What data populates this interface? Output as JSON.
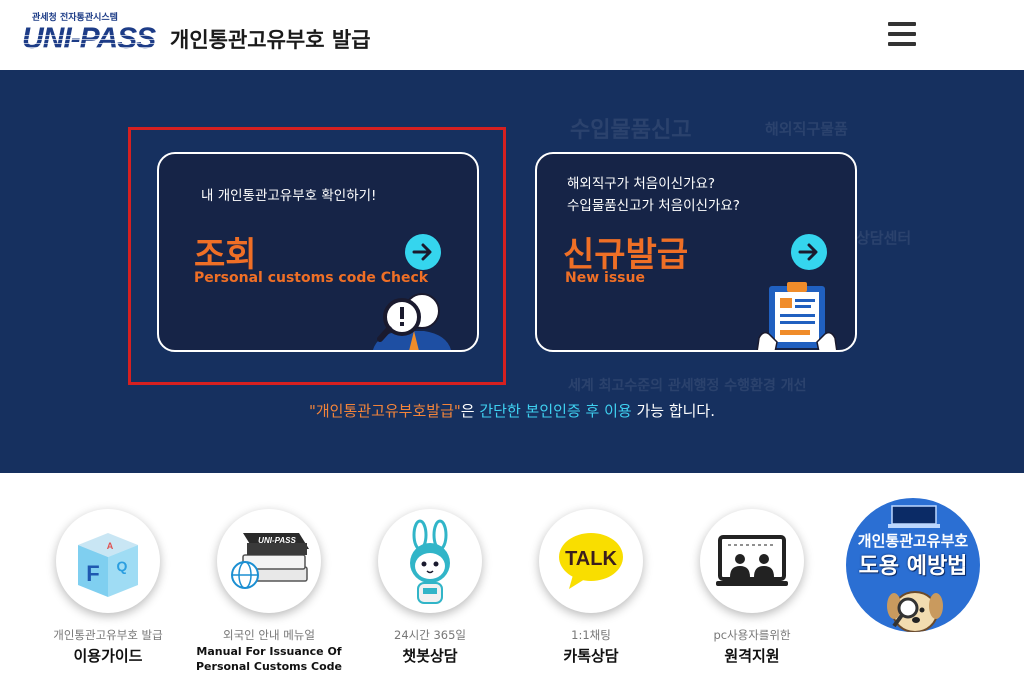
{
  "header": {
    "logo_sub": "관세청 전자통관시스템",
    "logo_main": "UNI-PASS",
    "title": "개인통관고유부호 발급",
    "menu_icon": "hamburger-menu-icon"
  },
  "banner": {
    "bg_words": [
      "수입물품신고",
      "해외직구물품",
      "상담센터",
      "세계 최고수준의 관세행정 수행환경 개선"
    ],
    "card_lookup": {
      "desc": "내 개인통관고유부호 확인하기!",
      "title": "조회",
      "subtitle": "Personal customs code Check",
      "icon": "magnifier-person-icon"
    },
    "card_issue": {
      "desc_line1": "해외직구가 처음이신가요?",
      "desc_line2": "수입물품신고가 처음이신가요?",
      "title": "신규발급",
      "subtitle": "New issue",
      "icon": "clipboard-document-icon"
    },
    "notice": {
      "part1": "\"개인통관고유부호발급\"",
      "part2": "은 ",
      "part3": "간단한 본인인증 후 이용",
      "part4": " 가능 합니다."
    }
  },
  "services": [
    {
      "small": "개인통관고유부호 발급",
      "label": "이용가이드",
      "icon": "faq-cube-icon"
    },
    {
      "small": "외국인 안내 메뉴얼",
      "label_line1": "Manual For Issuance Of",
      "label_line2": "Personal Customs Code",
      "icon": "manual-books-globe-icon"
    },
    {
      "small": "24시간 365일",
      "label": "챗봇상담",
      "icon": "chatbot-rabbit-icon"
    },
    {
      "small": "1:1채팅",
      "label": "카톡상담",
      "icon": "talk-bubble-icon"
    },
    {
      "small": "pc사용자를위한",
      "label": "원격지원",
      "icon": "remote-support-icon"
    }
  ],
  "prevention": {
    "line1": "개인통관고유부호",
    "line2": "도용 예방법",
    "icon": "detective-dog-icon"
  },
  "colors": {
    "banner_bg": "#16305f",
    "accent_orange": "#ef6f26",
    "accent_cyan": "#35d5ee",
    "highlight_red": "#d62020"
  }
}
